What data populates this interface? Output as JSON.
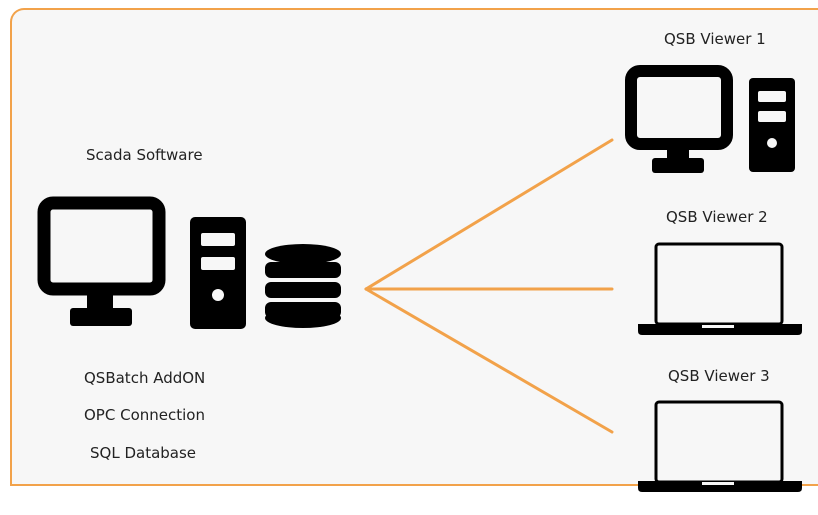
{
  "server": {
    "title": "Scada Software",
    "features": [
      "QSBatch AddON",
      "OPC Connection",
      "SQL Database"
    ]
  },
  "viewers": [
    {
      "label": "QSB Viewer 1",
      "device": "desktop-computer"
    },
    {
      "label": "QSB Viewer 2",
      "device": "laptop"
    },
    {
      "label": "QSB Viewer 3",
      "device": "laptop"
    }
  ],
  "colors": {
    "border": "#f2a24a",
    "connector": "#f2a24a",
    "icon": "#000000",
    "background": "#f7f7f7"
  }
}
